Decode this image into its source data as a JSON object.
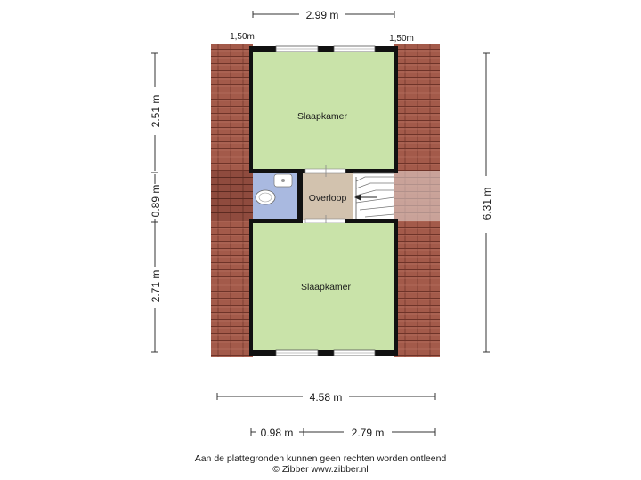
{
  "dimensions": {
    "top_width": "2.99 m",
    "left_top_height": "2.51 m",
    "left_middle_height": "0.89 m",
    "left_bottom_height": "2.71 m",
    "right_total_height": "6.31 m",
    "bottom_total_width": "4.58 m",
    "bottom_left_segment": "0.98 m",
    "bottom_right_segment": "2.79 m",
    "roof_left_height": "1,50m",
    "roof_right_height": "1,50m"
  },
  "rooms": {
    "top_bedroom": "Slaapkamer",
    "landing": "Overloop",
    "bottom_bedroom": "Slaapkamer"
  },
  "footer": {
    "disclaimer": "Aan de plattegronden kunnen geen rechten worden ontleend",
    "copyright": "© Zibber www.zibber.nl"
  },
  "colors": {
    "roof_tiles": "#a35a4a",
    "bedroom_floor": "#c9e3a9",
    "bathroom_floor": "#a9b9e0",
    "landing_floor": "#d2c2ae",
    "walls": "#111111"
  }
}
